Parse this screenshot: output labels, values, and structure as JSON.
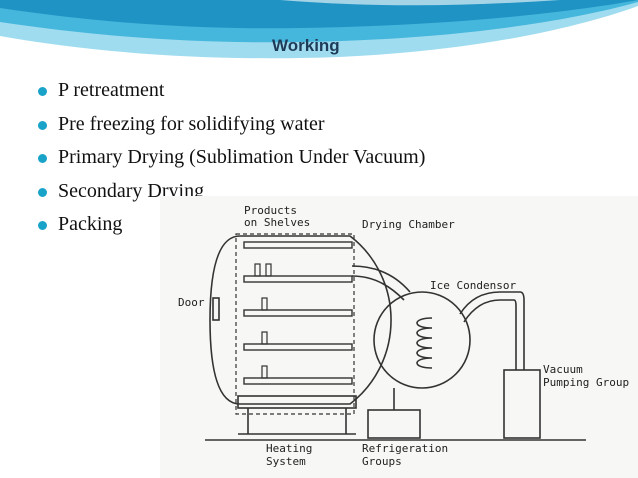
{
  "slide": {
    "title": "Working",
    "bullets": [
      "P  retreatment",
      "Pre freezing for solidifying water",
      "Primary Drying (Sublimation Under Vacuum)",
      "Secondary Drying",
      "Packing"
    ],
    "accent_color": "#1aa3c9",
    "title_color": "#1f3b5a"
  },
  "diagram": {
    "labels": {
      "products_line1": "Products",
      "products_line2": "on Shelves",
      "drying_chamber": "Drying Chamber",
      "ice_condenser": "Ice Condensor",
      "door": "Door",
      "vacuum_line1": "Vacuum",
      "vacuum_line2": "Pumping Group",
      "heating_line1": "Heating",
      "heating_line2": "System",
      "refrigeration_line1": "Refrigeration",
      "refrigeration_line2": "Groups"
    }
  }
}
